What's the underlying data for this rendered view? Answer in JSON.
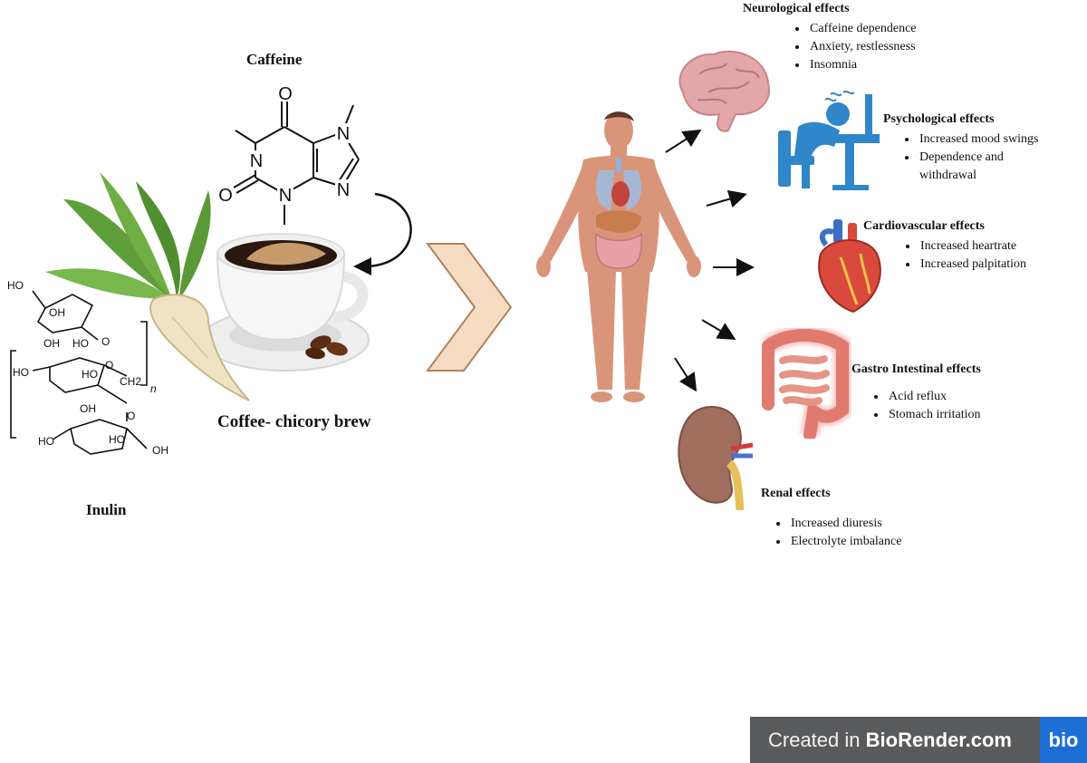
{
  "caffeine": {
    "title": "Caffeine",
    "atoms": {
      "o1": "O",
      "n1": "N",
      "n7": "N",
      "o2": "O",
      "n3": "N",
      "n9": "N"
    }
  },
  "inulin": {
    "title": "Inulin",
    "labels": [
      "HO",
      "OH",
      "OH",
      "HO",
      "HO",
      "HO",
      "CH2",
      "OH",
      "HO",
      "HO",
      "OH",
      "OH",
      "n",
      "O",
      "O",
      "O"
    ]
  },
  "brew": {
    "title": "Coffee- chicory brew"
  },
  "effects": [
    {
      "title": "Neurological effects",
      "items": [
        "Caffeine dependence",
        "Anxiety, restlessness",
        "Insomnia"
      ]
    },
    {
      "title": "Psychological effects",
      "items": [
        "Increased mood swings",
        "Dependence and withdrawal"
      ]
    },
    {
      "title": "Cardiovascular effects",
      "items": [
        "Increased heartrate",
        "Increased palpitation"
      ]
    },
    {
      "title": "Gastro Intestinal effects",
      "items": [
        "Acid reflux",
        "Stomach irritation"
      ]
    },
    {
      "title": "Renal effects",
      "items": [
        "Increased diuresis",
        "Electrolyte imbalance"
      ]
    }
  ],
  "badge": {
    "prefix": "Created in ",
    "brand": "BioRender.com",
    "logo": "bio"
  },
  "icons": {
    "brain": "brain-icon",
    "stressed_person": "stressed-person-icon",
    "heart": "heart-icon",
    "intestine": "intestine-icon",
    "kidney": "kidney-icon",
    "human": "human-body-icon",
    "cup": "coffee-cup-icon",
    "chicory": "chicory-root-icon",
    "chevron": "chevron-right-icon"
  },
  "colors": {
    "skin": "#d9957a",
    "chevron_fill": "#f7dcc4",
    "chevron_stroke": "#b0825c",
    "badge_bg": "#595a5c",
    "badge_logo": "#1d6fd6"
  }
}
